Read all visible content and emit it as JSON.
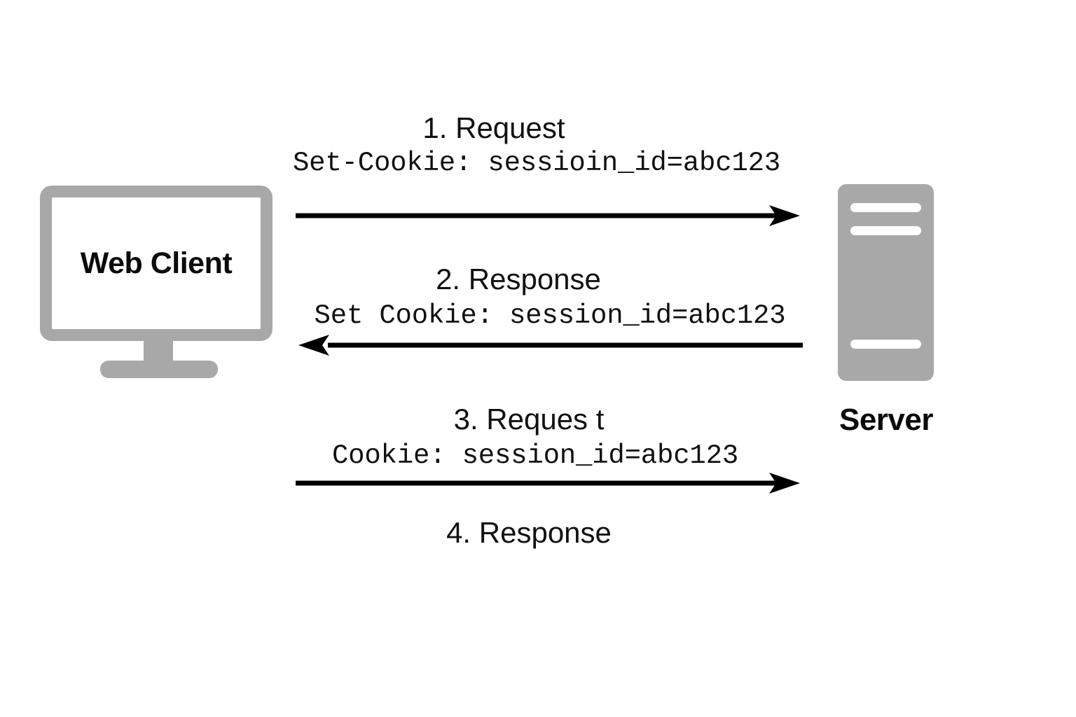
{
  "diagram": {
    "title": "HTTP cookie session exchange between web client and server",
    "background_color": "#ffffff",
    "node_color": "#a8a8a8",
    "text_color": "#111111",
    "arrow_color": "#000000"
  },
  "nodes": {
    "client": {
      "label": "Web Client",
      "icon": "desktop-monitor-icon"
    },
    "server": {
      "label": "Server",
      "icon": "server-tower-icon"
    }
  },
  "messages": [
    {
      "step": "1",
      "title": "1. Request",
      "detail": "Set-Cookie: sessioin_id=abc123",
      "direction": "client-to-server",
      "arrow": "right-arrow-icon"
    },
    {
      "step": "2",
      "title": "2. Response",
      "detail": "Set Cookie: session_id=abc123",
      "direction": "server-to-client",
      "arrow": "left-arrow-icon"
    },
    {
      "step": "3",
      "title": "3. Reques t",
      "detail": "Cookie: session_id=abc123",
      "direction": "client-to-server",
      "arrow": "right-arrow-icon"
    },
    {
      "step": "4",
      "title": "4. Response",
      "detail": "",
      "direction": "server-to-client",
      "arrow": "none"
    }
  ]
}
